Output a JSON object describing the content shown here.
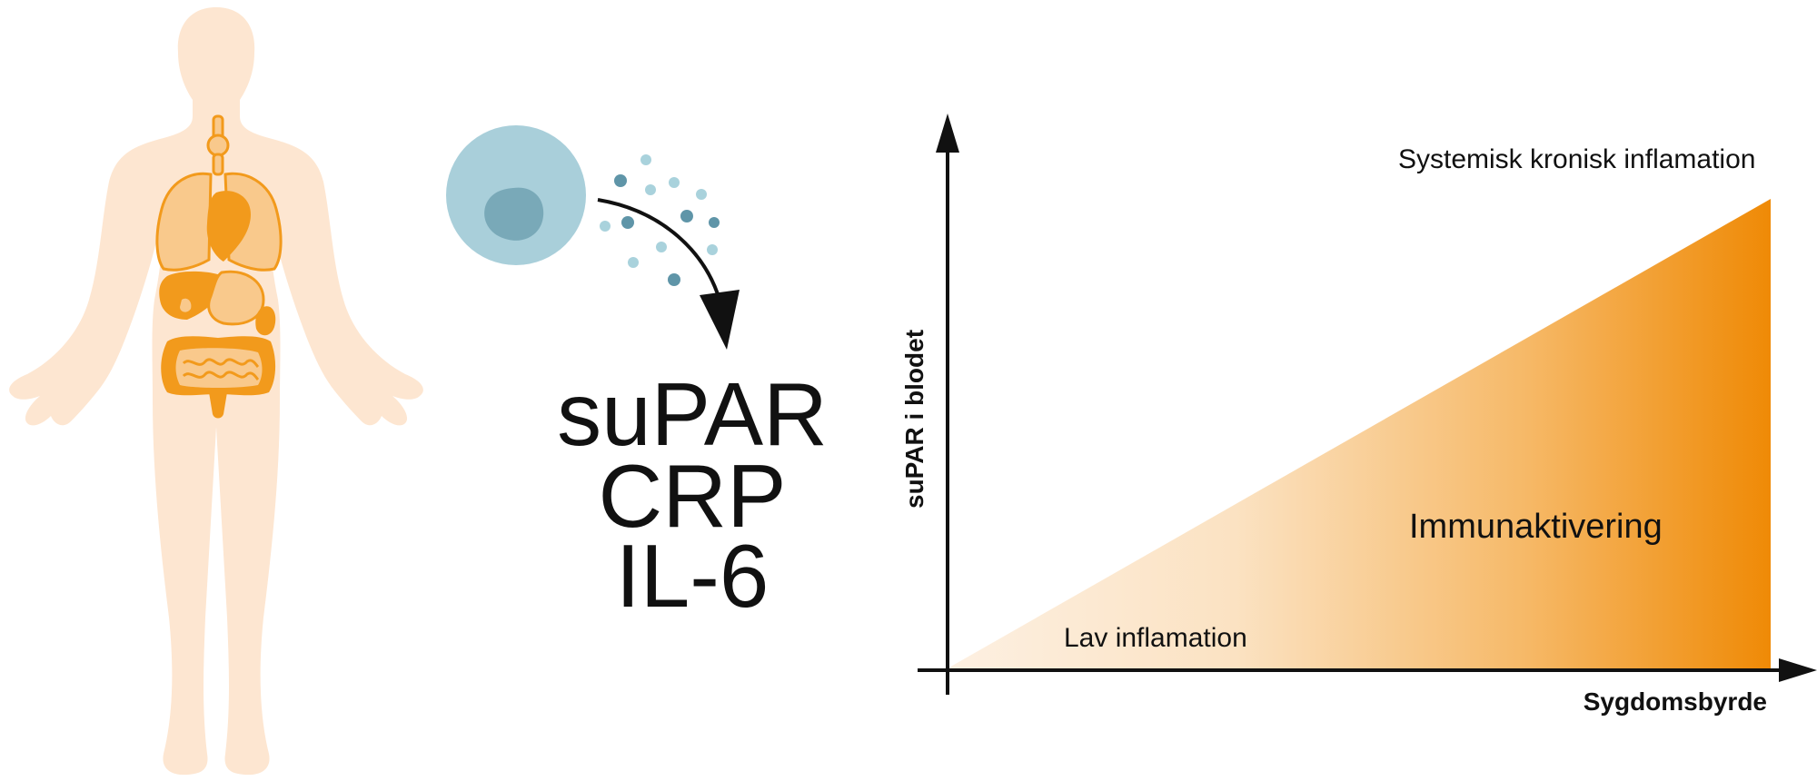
{
  "biomarkers": [
    "suPAR",
    "CRP",
    "IL-6"
  ],
  "graph": {
    "y_axis_label": "suPAR i blodet",
    "x_axis_label": "Sygdomsbyrde",
    "label_low": "Lav inflamation",
    "label_mid": "Immunaktivering",
    "label_high": "Systemisk kronisk inflamation"
  },
  "colors": {
    "body_silhouette": "#fde6d1",
    "organ_dark": "#f29a1c",
    "organ_light": "#f9c98c",
    "cell_outer": "#a9cfda",
    "cell_nucleus": "#79a9b8",
    "gradient_start": "#fdf0e2",
    "gradient_end": "#ef8a06",
    "ink": "#111111"
  }
}
